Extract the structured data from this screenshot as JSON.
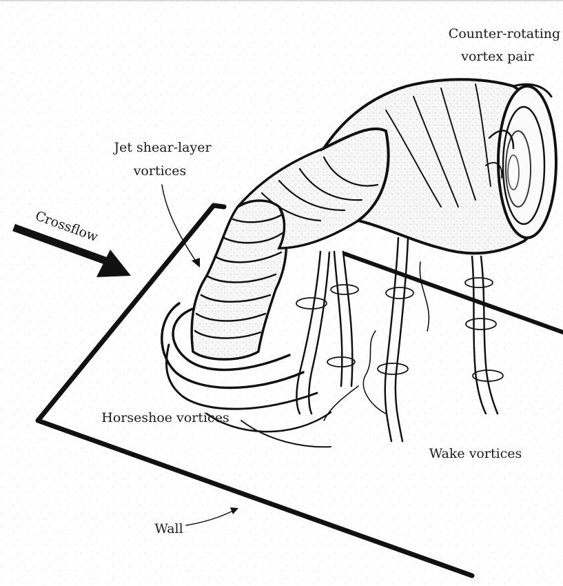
{
  "diagram": {
    "labels": {
      "counter_rotating_line1": "Counter-rotating",
      "counter_rotating_line2": "vortex pair",
      "jet_shear_line1": "Jet shear-layer",
      "jet_shear_line2": "vortices",
      "crossflow": "Crossflow",
      "horseshoe": "Horseshoe vortices",
      "wake": "Wake vortices",
      "wall": "Wall"
    }
  }
}
